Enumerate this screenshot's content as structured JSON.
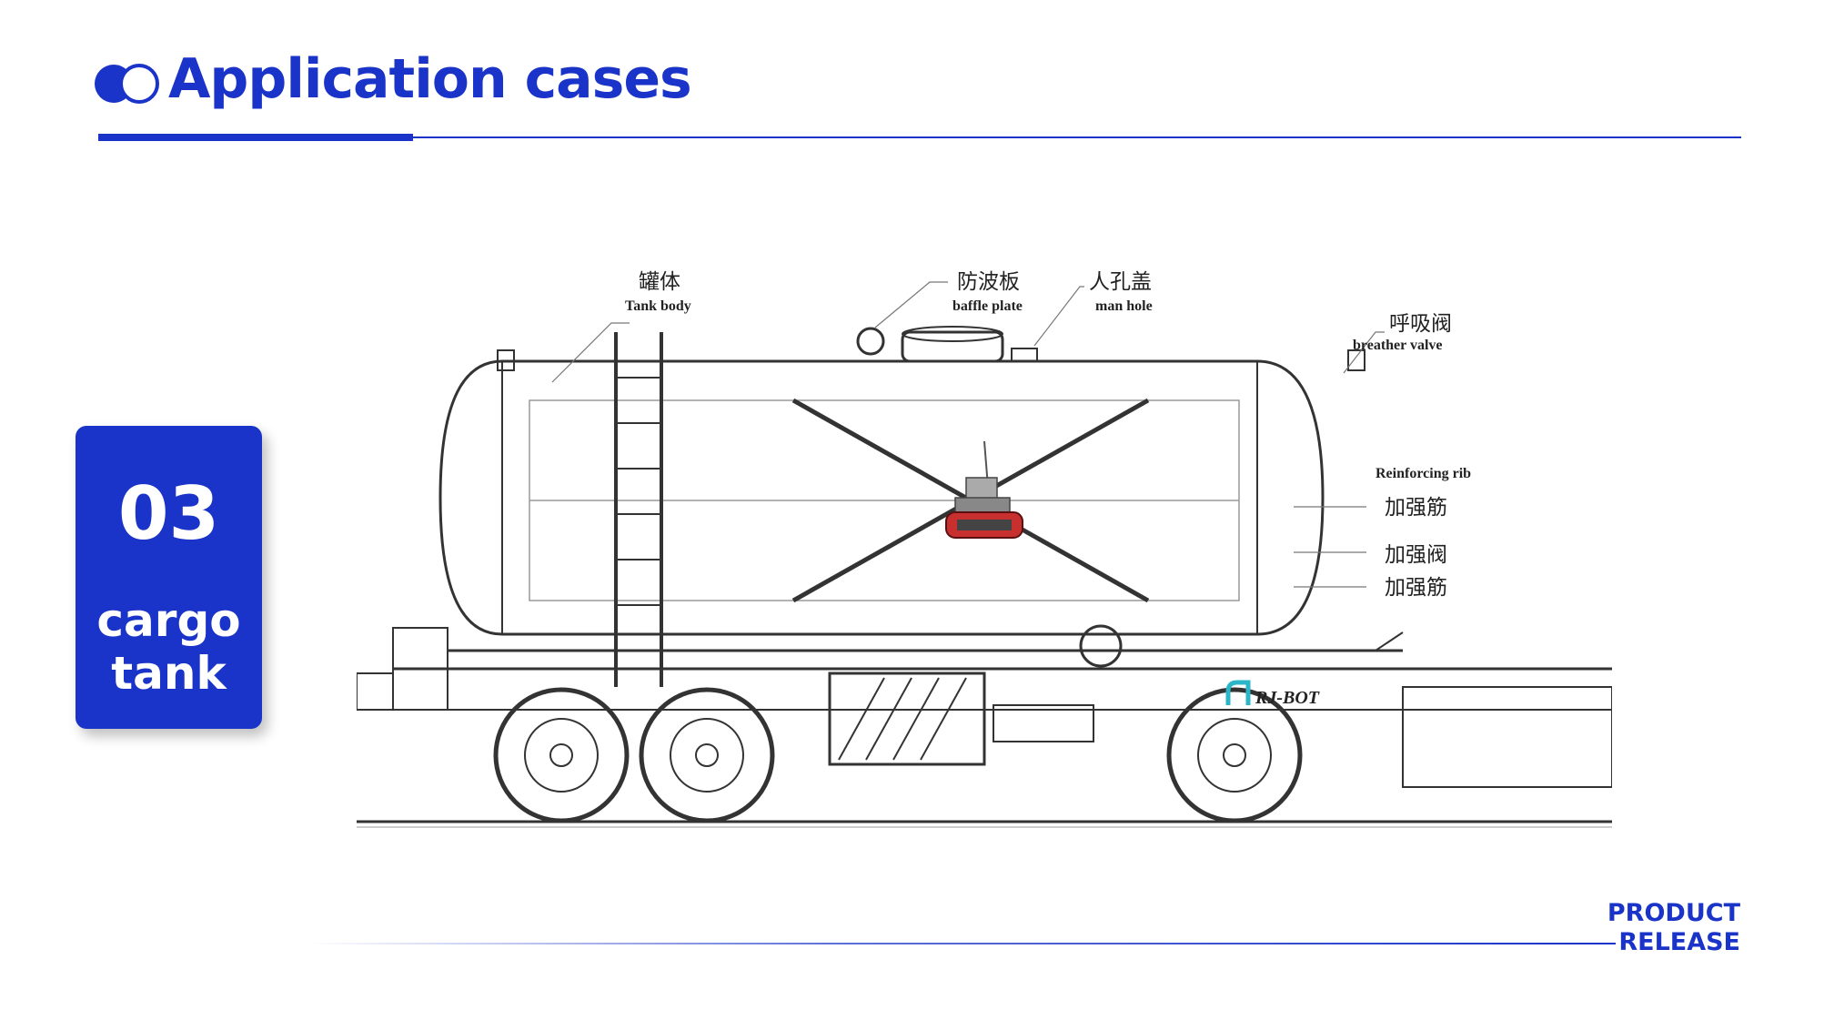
{
  "header": {
    "title": "Application cases",
    "icon": "double-circle-icon",
    "accent_color": "#1a33c9"
  },
  "case": {
    "number": "03",
    "label_line1": "cargo",
    "label_line2": "tank"
  },
  "diagram": {
    "labels": [
      {
        "cn": "罐体",
        "en": "Tank body"
      },
      {
        "cn": "防波板",
        "en": "baffle plate"
      },
      {
        "cn": "人孔盖",
        "en": "man hole"
      },
      {
        "cn": "呼吸阀",
        "en": "breather valve"
      },
      {
        "cn": "加强筋",
        "en": "Reinforcing rib"
      },
      {
        "cn": "加强阀",
        "en": ""
      },
      {
        "cn": "加强筋",
        "en": ""
      }
    ],
    "robot_brand": "RJ-BOT"
  },
  "footer": {
    "line1": "PRODUCT",
    "line2": "RELEASE"
  }
}
